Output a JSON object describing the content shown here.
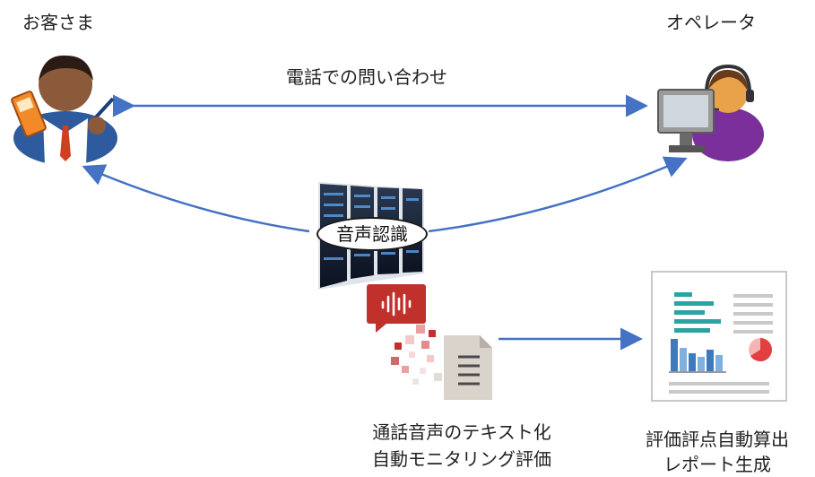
{
  "customer": {
    "label": "お客さま"
  },
  "operator": {
    "label": "オペレータ"
  },
  "call": {
    "label": "電話での問い合わせ"
  },
  "server": {
    "label": "音声認識"
  },
  "transcription": {
    "line1": "通話音声のテキスト化",
    "line2": "自動モニタリング評価"
  },
  "report": {
    "line1": "評価評点自動算出",
    "line2": "レポート生成"
  },
  "colors": {
    "arrow": "#4472c4",
    "audio_red": "#c0312b",
    "chart_teal": "#2aa3a3",
    "chart_blue": "#3d7bbd",
    "chart_red": "#e04040"
  },
  "icons": [
    "customer-person-icon",
    "operator-headset-icon",
    "server-rack-icon",
    "audio-wave-icon",
    "text-document-icon",
    "report-chart-icon"
  ]
}
